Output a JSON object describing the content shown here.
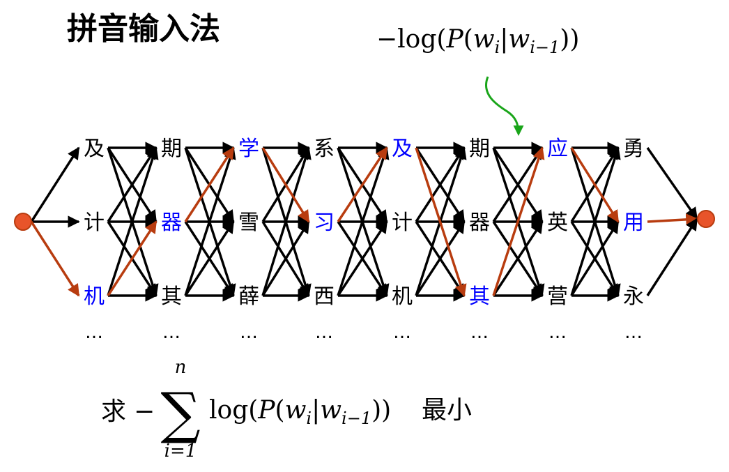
{
  "title": "拼音输入法",
  "formula_top": {
    "prefix": "−log(",
    "P": "P",
    "open": "(",
    "w": "w",
    "i": "i",
    "bar": "|",
    "w2": "w",
    "i_minus_1": "i−1",
    "close": "))"
  },
  "lattice": {
    "columns": [
      [
        "及",
        "计",
        "机"
      ],
      [
        "期",
        "器",
        "其"
      ],
      [
        "学",
        "雪",
        "薛"
      ],
      [
        "系",
        "习",
        "西"
      ],
      [
        "及",
        "计",
        "机"
      ],
      [
        "期",
        "器",
        "其"
      ],
      [
        "应",
        "英",
        "营"
      ],
      [
        "勇",
        "用",
        "永"
      ]
    ],
    "ellipsis": "…",
    "path_rows": [
      2,
      1,
      0,
      1,
      0,
      2,
      0,
      1
    ]
  },
  "formula_bottom": {
    "qiu": "求",
    "minus": "−",
    "sigma": "∑",
    "upper": "n",
    "lower": "i=1",
    "log": "log(",
    "P": "P",
    "open": "(",
    "w": "w",
    "i": "i",
    "bar": "|",
    "w2": "w",
    "i_minus_1": "i−1",
    "close": "))",
    "suffix": "最小"
  },
  "colors": {
    "title": "#c00000",
    "path": "#b83c0f",
    "edge": "#000000",
    "highlight_text": "#0000ff",
    "node_fill": "#e8542a",
    "node_stroke": "#b83c0f",
    "green_arrow": "#1aa51a"
  }
}
